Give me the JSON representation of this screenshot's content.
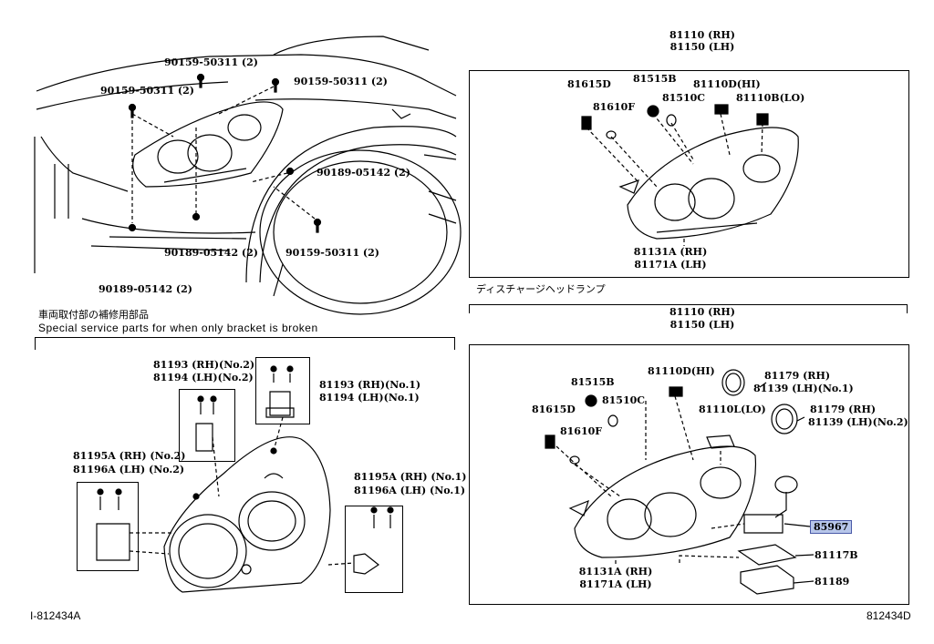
{
  "top_left": {
    "callouts": [
      "90159-50311 (2)",
      "90159-50311 (2)",
      "90159-50311 (2)",
      "90189-05142 (2)",
      "90189-05142 (2)",
      "90159-50311 (2)",
      "90189-05142 (2)"
    ]
  },
  "top_right": {
    "header": [
      "81110 (RH)",
      "81150 (LH)"
    ],
    "parts": [
      "81615D",
      "81515B",
      "81110D(HI)",
      "81510C",
      "81110B(LO)",
      "81610F"
    ],
    "bottom": [
      "81131A (RH)",
      "81171A (LH)"
    ]
  },
  "discharge_title": "ディスチャージヘッドランプ",
  "bracket_title_jp": "車両取付部の補修用部品",
  "bracket_title_en": "Special service parts for when only bracket is broken",
  "bottom_left": {
    "parts": [
      [
        "81193 (RH)(No.2)",
        "81194 (LH)(No.2)"
      ],
      [
        "81193 (RH)(No.1)",
        "81194 (LH)(No.1)"
      ],
      [
        "81195A (RH)  (No.2)",
        "81196A (LH)  (No.2)"
      ],
      [
        "81195A (RH)  (No.1)",
        "81196A (LH)  (No.1)"
      ]
    ]
  },
  "bottom_right": {
    "header": [
      "81110 (RH)",
      "81150 (LH)"
    ],
    "parts": [
      "81515B",
      "81110D(HI)",
      "81510C",
      "81615D",
      "81610F",
      "81110L(LO)"
    ],
    "covers": [
      [
        "81179 (RH)",
        "81139 (LH)(No.1)"
      ],
      [
        "81179 (RH)",
        "81139 (LH)(No.2)"
      ]
    ],
    "highlight": "85967",
    "right_parts": [
      "81117B",
      "81189"
    ],
    "bottom": [
      "81131A (RH)",
      "81171A (LH)"
    ]
  },
  "footer": {
    "left_ref": "I-812434A",
    "right_ref": "812434D"
  },
  "colors": {
    "highlight_bg": "#b7c6ea",
    "highlight_border": "#4a5aa8",
    "line": "#000000"
  }
}
